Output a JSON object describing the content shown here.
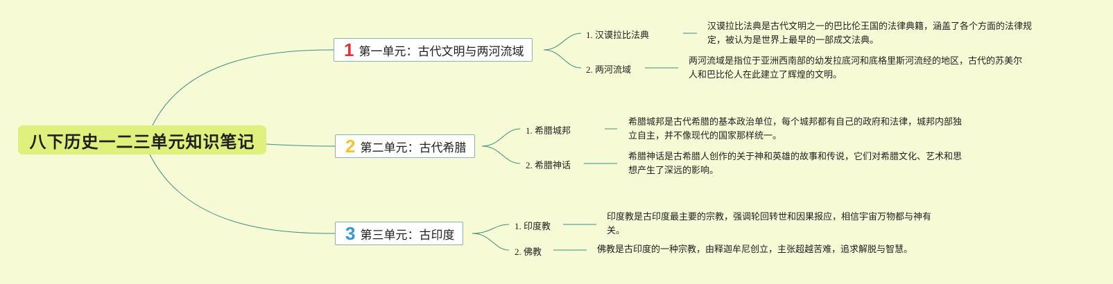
{
  "root": {
    "title": "八下历史一二三单元知识笔记"
  },
  "colors": {
    "background": "#f6fbd6",
    "root_fill": "#dff07d",
    "link": "#3a8f7f",
    "num1": "#e0303a",
    "num2": "#f5c330",
    "num3": "#2e9ad0"
  },
  "branches": [
    {
      "num": "1",
      "title": "第一单元：古代文明与两河流域",
      "children": [
        {
          "label": "1. 汉谟拉比法典",
          "desc": "汉谟拉比法典是古代文明之一的巴比伦王国的法律典籍，涵盖了各个方面的法律规定，被认为是世界上最早的一部成文法典。"
        },
        {
          "label": "2. 两河流域",
          "desc": "两河流域是指位于亚洲西南部的幼发拉底河和底格里斯河流经的地区，古代的苏美尔人和巴比伦人在此建立了辉煌的文明。"
        }
      ]
    },
    {
      "num": "2",
      "title": "第二单元：古代希腊",
      "children": [
        {
          "label": "1. 希腊城邦",
          "desc": "希腊城邦是古代希腊的基本政治单位，每个城邦都有自己的政府和法律，城邦内部独立自主，并不像现代的国家那样统一。"
        },
        {
          "label": "2. 希腊神话",
          "desc": "希腊神话是古希腊人创作的关于神和英雄的故事和传说，它们对希腊文化、艺术和思想产生了深远的影响。"
        }
      ]
    },
    {
      "num": "3",
      "title": "第三单元：古印度",
      "children": [
        {
          "label": "1. 印度教",
          "desc": "印度教是古印度最主要的宗教，强调轮回转世和因果报应，相信宇宙万物都与神有关。"
        },
        {
          "label": "2. 佛教",
          "desc": "佛教是古印度的一种宗教，由释迦牟尼创立，主张超越苦难，追求解脱与智慧。"
        }
      ]
    }
  ]
}
